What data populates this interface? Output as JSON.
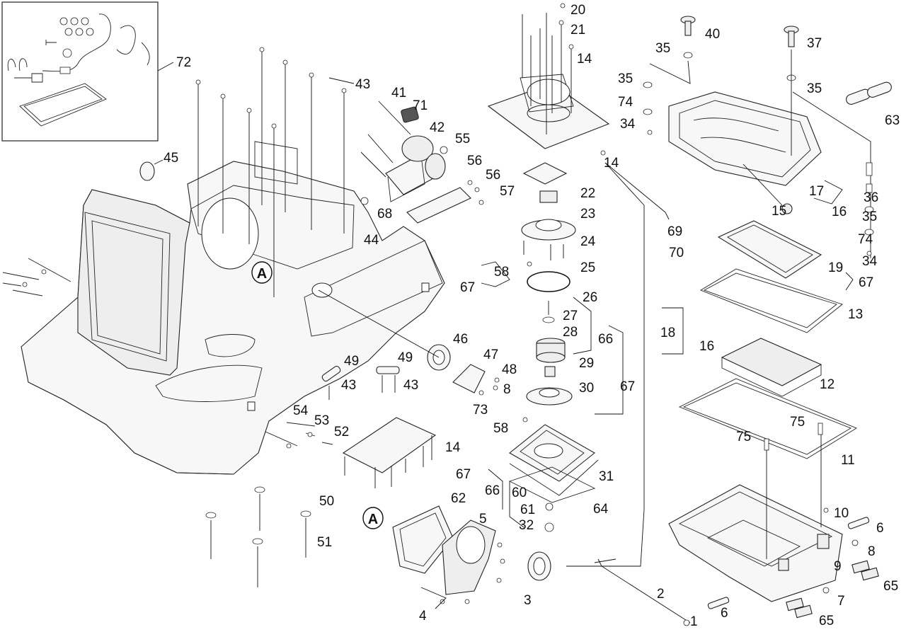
{
  "diagram": {
    "labels": [
      "1",
      "2",
      "3",
      "4",
      "5",
      "6",
      "6",
      "7",
      "8",
      "8",
      "9",
      "10",
      "11",
      "12",
      "13",
      "14",
      "14",
      "14",
      "15",
      "16",
      "16",
      "17",
      "18",
      "19",
      "20",
      "21",
      "22",
      "23",
      "24",
      "25",
      "26",
      "27",
      "28",
      "29",
      "30",
      "31",
      "32",
      "34",
      "34",
      "35",
      "35",
      "35",
      "35",
      "36",
      "37",
      "40",
      "41",
      "42",
      "43",
      "43",
      "43",
      "44",
      "45",
      "46",
      "47",
      "48",
      "49",
      "49",
      "50",
      "51",
      "52",
      "53",
      "54",
      "55",
      "56",
      "56",
      "57",
      "58",
      "58",
      "60",
      "61",
      "62",
      "63",
      "64",
      "65",
      "65",
      "66",
      "66",
      "67",
      "67",
      "67",
      "67",
      "68",
      "69",
      "70",
      "71",
      "72",
      "73",
      "74",
      "74",
      "75",
      "75"
    ],
    "marker_letter": "A"
  }
}
